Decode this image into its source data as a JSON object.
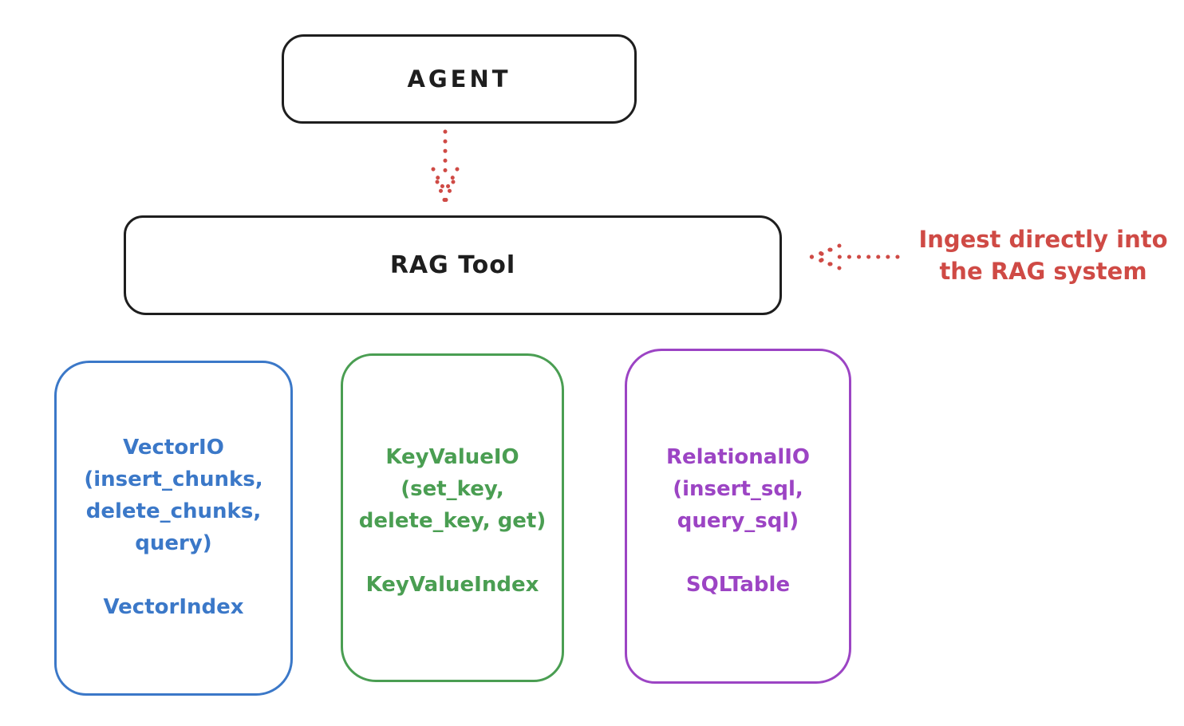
{
  "diagram": {
    "agent_box": {
      "label": "AGENT"
    },
    "rag_tool_box": {
      "label": "RAG Tool"
    },
    "annotation": {
      "line1": "Ingest directly into",
      "line2": "the RAG system"
    },
    "io_boxes": [
      {
        "name": "VectorIO",
        "lines": [
          "VectorIO",
          "(insert_chunks,",
          "delete_chunks,",
          "query)"
        ],
        "index_label": "VectorIndex",
        "color": "#3b78c8"
      },
      {
        "name": "KeyValueIO",
        "lines": [
          "KeyValueIO",
          "(set_key,",
          "delete_key, get)"
        ],
        "index_label": "KeyValueIndex",
        "color": "#4a9e52"
      },
      {
        "name": "RelationalIO",
        "lines": [
          "RelationalIO",
          "(insert_sql,",
          "query_sql)"
        ],
        "index_label": "SQLTable",
        "color": "#9c44c4"
      }
    ],
    "colors": {
      "stroke_black": "#1e1e1e",
      "accent_red": "#cf4a45",
      "accent_blue": "#3b78c8",
      "accent_green": "#4a9e52",
      "accent_purple": "#9c44c4",
      "background": "#ffffff"
    },
    "arrows": [
      {
        "name": "agent-to-rag-tool",
        "style": "dotted",
        "direction": "down",
        "color": "#cf4a45"
      },
      {
        "name": "annotation-to-rag-tool",
        "style": "dotted",
        "direction": "left",
        "color": "#cf4a45"
      }
    ]
  }
}
